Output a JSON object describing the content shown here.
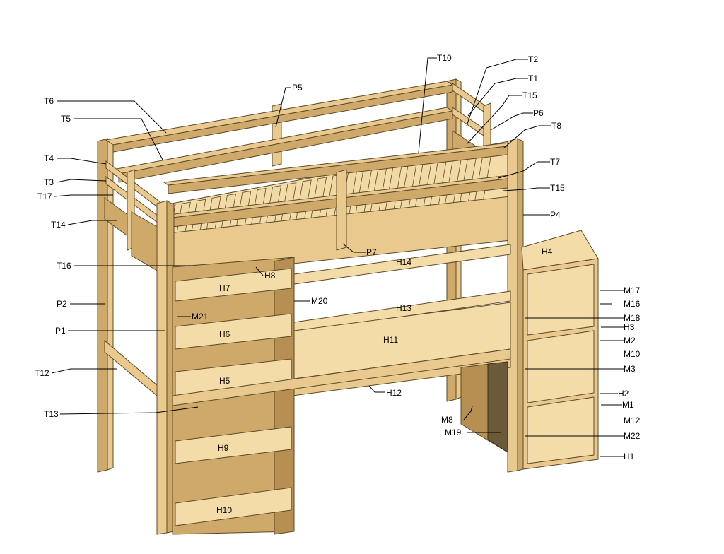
{
  "diagram": {
    "labels": {
      "T1": "T1",
      "T2": "T2",
      "T3": "T3",
      "T4": "T4",
      "T5": "T5",
      "T6": "T6",
      "T7": "T7",
      "T8": "T8",
      "T10": "T10",
      "T12": "T12",
      "T13": "T13",
      "T14": "T14",
      "T15a": "T15",
      "T15b": "T15",
      "T16": "T16",
      "T17": "T17",
      "P1": "P1",
      "P2": "P2",
      "P4": "P4",
      "P5": "P5",
      "P6": "P6",
      "P7": "P7",
      "H1": "H1",
      "H2": "H2",
      "H3": "H3",
      "H4": "H4",
      "H5": "H5",
      "H6": "H6",
      "H7": "H7",
      "H8": "H8",
      "H9": "H9",
      "H10": "H10",
      "H11": "H11",
      "H12": "H12",
      "H13": "H13",
      "H14": "H14",
      "M1": "M1",
      "M2": "M2",
      "M3": "M3",
      "M8": "M8",
      "M10": "M10",
      "M12": "M12",
      "M16": "M16",
      "M17": "M17",
      "M18": "M18",
      "M19": "M19",
      "M20": "M20",
      "M21": "M21",
      "M22": "M22"
    }
  }
}
